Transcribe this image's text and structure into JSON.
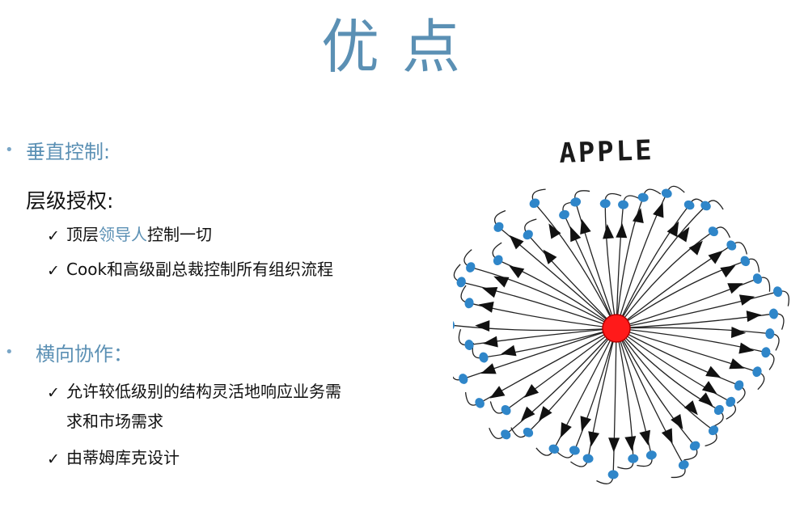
{
  "slide": {
    "title": "优点"
  },
  "sections": [
    {
      "bullet": "•",
      "heading": "垂直控制:",
      "subheading": "层级授权:",
      "items": [
        {
          "check": "✓",
          "parts": [
            "顶层",
            "领导人",
            "控制一切"
          ]
        },
        {
          "check": "✓",
          "parts": [
            "Cook和高级副总裁控制所有组织流程",
            "",
            ""
          ]
        }
      ]
    },
    {
      "bullet": "•",
      "heading": "横向协作：",
      "items": [
        {
          "check": "✓",
          "lines": [
            "允许较低级别的结构灵活地响应业务需",
            "求和市场需求"
          ]
        },
        {
          "check": "✓",
          "lines": [
            "由蒂姆库克设计",
            ""
          ]
        }
      ]
    }
  ],
  "diagram": {
    "title": "APPLE",
    "center_color": "#ff1a1a",
    "node_color": "#2f86c9",
    "arrow_color": "#111111",
    "spoke_count": 44
  }
}
